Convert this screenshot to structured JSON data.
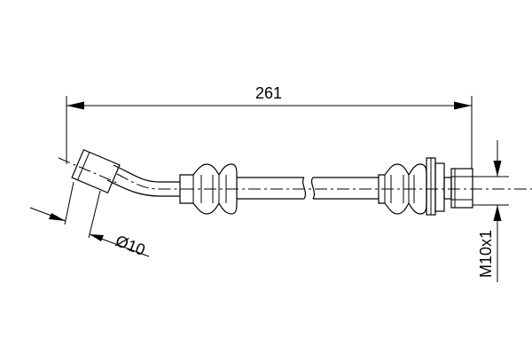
{
  "dimensions": {
    "overall_length": "261",
    "fitting_diameter": "Ø10",
    "thread_size": "M10x1"
  }
}
